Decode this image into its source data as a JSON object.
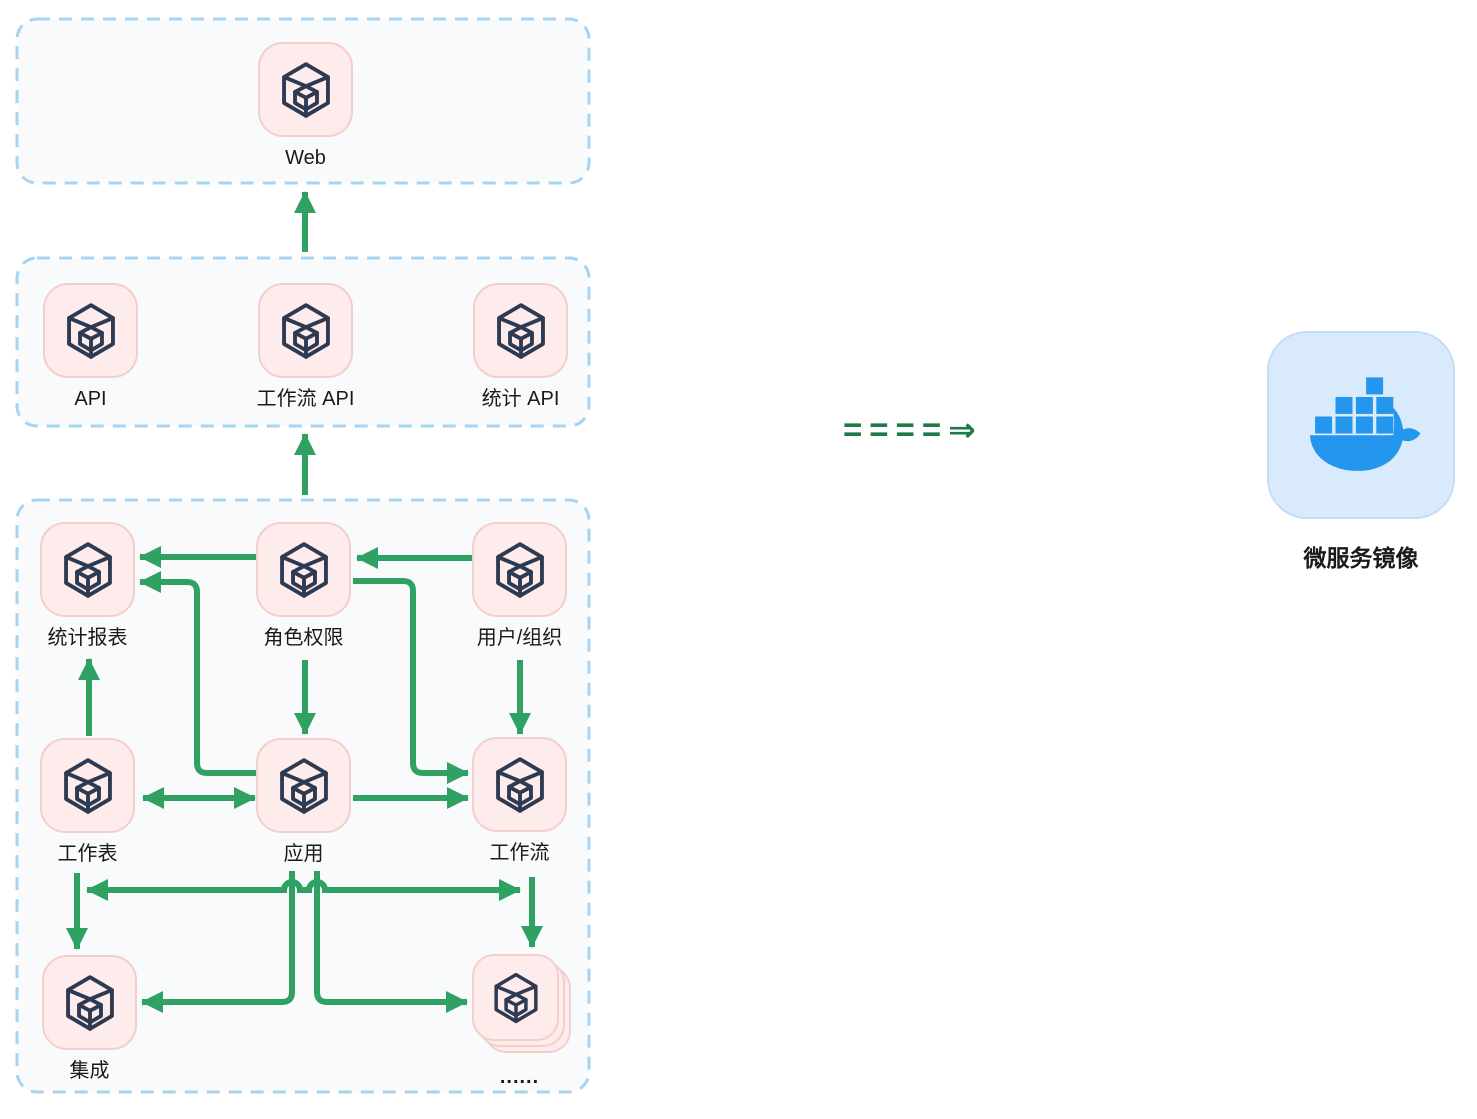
{
  "nodes": {
    "web": {
      "label": "Web"
    },
    "api": {
      "label": "API"
    },
    "workflow_api": {
      "label": "工作流 API"
    },
    "stats_api": {
      "label": "统计 API"
    },
    "stats_report": {
      "label": "统计报表"
    },
    "role_permission": {
      "label": "角色权限"
    },
    "user_org": {
      "label": "用户/组织"
    },
    "worksheet": {
      "label": "工作表"
    },
    "app": {
      "label": "应用"
    },
    "workflow": {
      "label": "工作流"
    },
    "integration": {
      "label": "集成"
    },
    "more_services": {
      "label": "......"
    }
  },
  "transform_arrow": {
    "text": "====⇒"
  },
  "docker": {
    "label": "微服务镜像",
    "icon": "docker-whale-icon"
  },
  "icons": {
    "node": "cube-icon",
    "docker": "docker-whale-icon"
  },
  "edges": [
    {
      "from": "api_layer",
      "to": "web_layer",
      "type": "arrow"
    },
    {
      "from": "service_layer",
      "to": "api_layer",
      "type": "arrow"
    },
    {
      "from": "role_permission",
      "to": "stats_report",
      "type": "arrow"
    },
    {
      "from": "user_org",
      "to": "role_permission",
      "type": "arrow"
    },
    {
      "from": "app",
      "to": "stats_report",
      "type": "arrow"
    },
    {
      "from": "role_permission",
      "to": "workflow",
      "type": "arrow"
    },
    {
      "from": "worksheet",
      "to": "stats_report",
      "type": "arrow"
    },
    {
      "from": "role_permission",
      "to": "app",
      "type": "arrow"
    },
    {
      "from": "user_org",
      "to": "workflow",
      "type": "arrow"
    },
    {
      "from": "worksheet",
      "to": "app",
      "type": "double-arrow"
    },
    {
      "from": "app",
      "to": "workflow",
      "type": "arrow"
    },
    {
      "from": "worksheet",
      "to": "workflow",
      "type": "double-arrow"
    },
    {
      "from": "worksheet",
      "to": "integration",
      "type": "arrow"
    },
    {
      "from": "workflow",
      "to": "more_services",
      "type": "arrow"
    },
    {
      "from": "app",
      "to": "integration",
      "type": "arrow"
    },
    {
      "from": "app",
      "to": "more_services",
      "type": "arrow"
    }
  ],
  "colors": {
    "canvas_bg": "#ffffff",
    "layer_bg": "#f8fafc",
    "layer_border": "#a8d4f2",
    "node_bg": "#fdeceb",
    "node_border": "#f3cfca",
    "cube_stroke": "#2e3a52",
    "arrow_green": "#2fa163",
    "transform_green": "#1e7a47",
    "docker_bg": "#d9eafc",
    "docker_border": "#c3dcf8",
    "docker_blue": "#2496ed",
    "label_color": "#1a1a1a"
  }
}
